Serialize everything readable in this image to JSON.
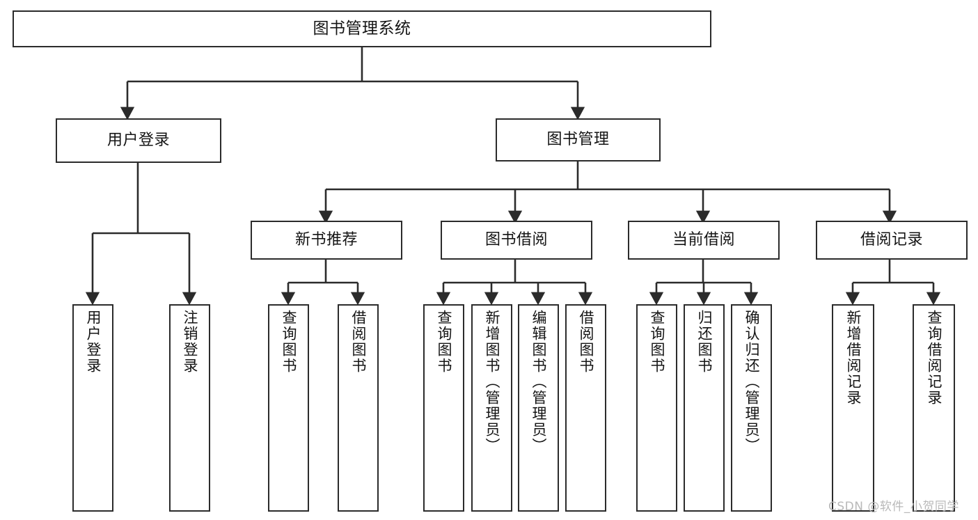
{
  "diagram": {
    "type": "hierarchy-tree",
    "title": "图书管理系统",
    "style": {
      "box_stroke": "#2b2b2b",
      "box_fill": "#ffffff",
      "edge_stroke": "#2b2b2b",
      "text_color": "#141414",
      "background": "#ffffff",
      "watermark_color": "#b9b9b9"
    },
    "nodes": {
      "root": {
        "label": "图书管理系统"
      },
      "level2": [
        {
          "id": "user-login",
          "label": "用户登录"
        },
        {
          "id": "book-manage",
          "label": "图书管理"
        }
      ],
      "level3": [
        {
          "id": "new-book-recommend",
          "label": "新书推荐"
        },
        {
          "id": "book-borrow",
          "label": "图书借阅"
        },
        {
          "id": "current-borrow",
          "label": "当前借阅"
        },
        {
          "id": "borrow-record",
          "label": "借阅记录"
        }
      ],
      "leaves": {
        "user-login": [
          {
            "id": "leaf-user-login",
            "label": "用户登录"
          },
          {
            "id": "leaf-logout",
            "label": "注销登录"
          }
        ],
        "new-book-recommend": [
          {
            "id": "leaf-query-book-1",
            "label": "查询图书"
          },
          {
            "id": "leaf-borrow-book-1",
            "label": "借阅图书"
          }
        ],
        "book-borrow": [
          {
            "id": "leaf-query-book-2",
            "label": "查询图书"
          },
          {
            "id": "leaf-add-book",
            "label": "新增图书（管理员）"
          },
          {
            "id": "leaf-edit-book",
            "label": "编辑图书（管理员）"
          },
          {
            "id": "leaf-borrow-book-2",
            "label": "借阅图书"
          }
        ],
        "current-borrow": [
          {
            "id": "leaf-query-book-3",
            "label": "查询图书"
          },
          {
            "id": "leaf-return-book",
            "label": "归还图书"
          },
          {
            "id": "leaf-confirm-return",
            "label": "确认归还（管理员）"
          }
        ],
        "borrow-record": [
          {
            "id": "leaf-add-record",
            "label": "新增借阅记录"
          },
          {
            "id": "leaf-query-record",
            "label": "查询借阅记录"
          }
        ]
      }
    },
    "watermark": "CSDN @软件_小贺同学"
  }
}
